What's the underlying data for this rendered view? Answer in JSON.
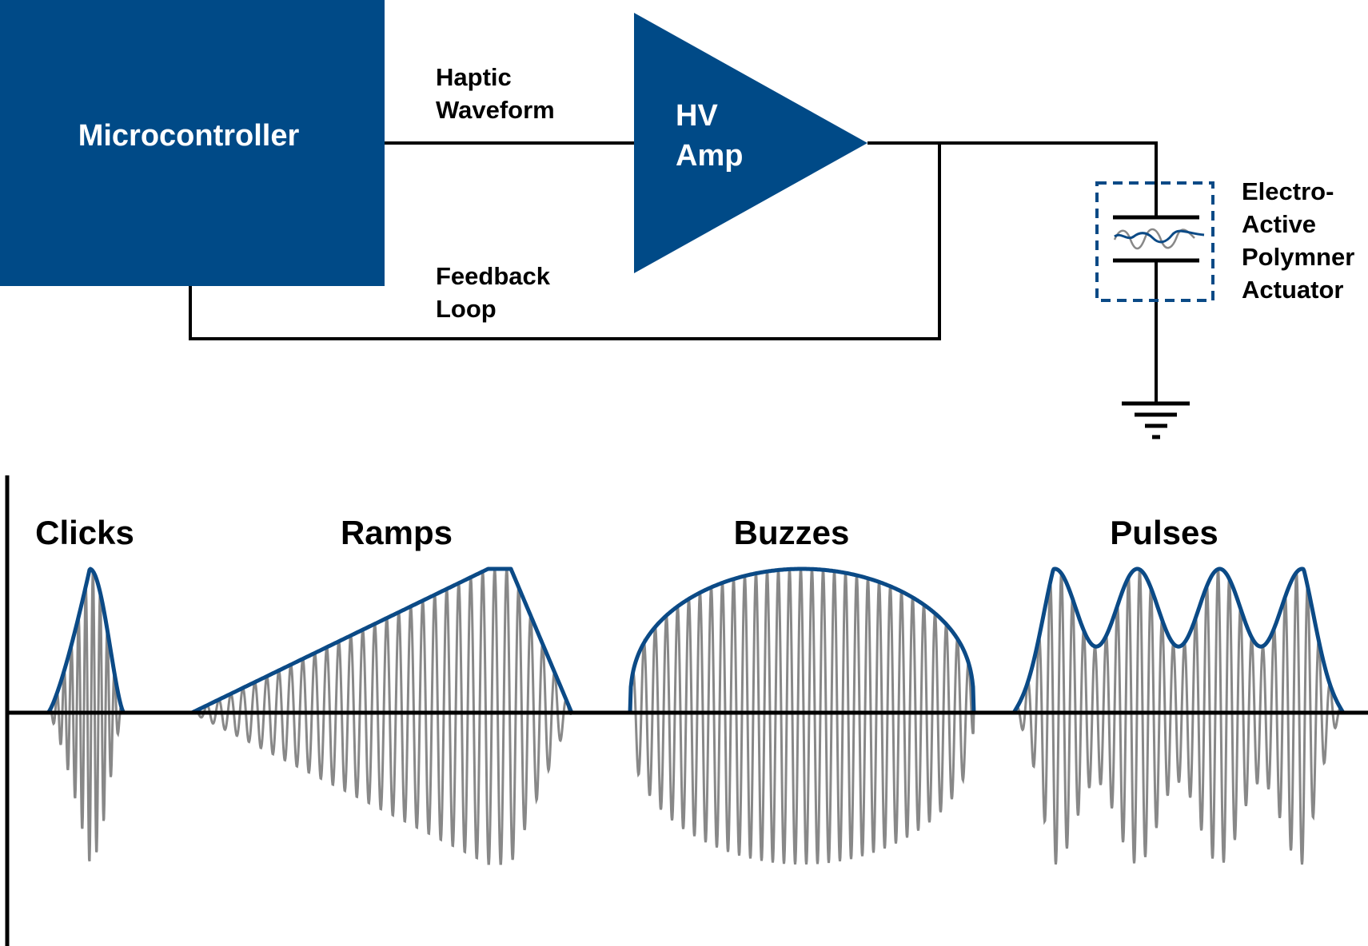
{
  "colors": {
    "brand_blue": "#004A87",
    "envelope_blue": "#0B4A86",
    "carrier_gray": "#888888",
    "wire_black": "#000000",
    "background": "#FFFFFF"
  },
  "block_diagram": {
    "microcontroller": {
      "label": "Microcontroller"
    },
    "signal": {
      "label_line1": "Haptic",
      "label_line2": "Waveform"
    },
    "amplifier": {
      "label_line1": "HV",
      "label_line2": "Amp"
    },
    "feedback": {
      "label_line1": "Feedback",
      "label_line2": "Loop"
    },
    "actuator": {
      "label_line1": "Electro-",
      "label_line2": "Active",
      "label_line3": "Polymner",
      "label_line4": "Actuator"
    },
    "ground": {
      "icon": "ground-symbol"
    }
  },
  "waveforms": {
    "clicks": {
      "label": "Clicks"
    },
    "ramps": {
      "label": "Ramps"
    },
    "buzzes": {
      "label": "Buzzes"
    },
    "pulses": {
      "label": "Pulses"
    }
  }
}
